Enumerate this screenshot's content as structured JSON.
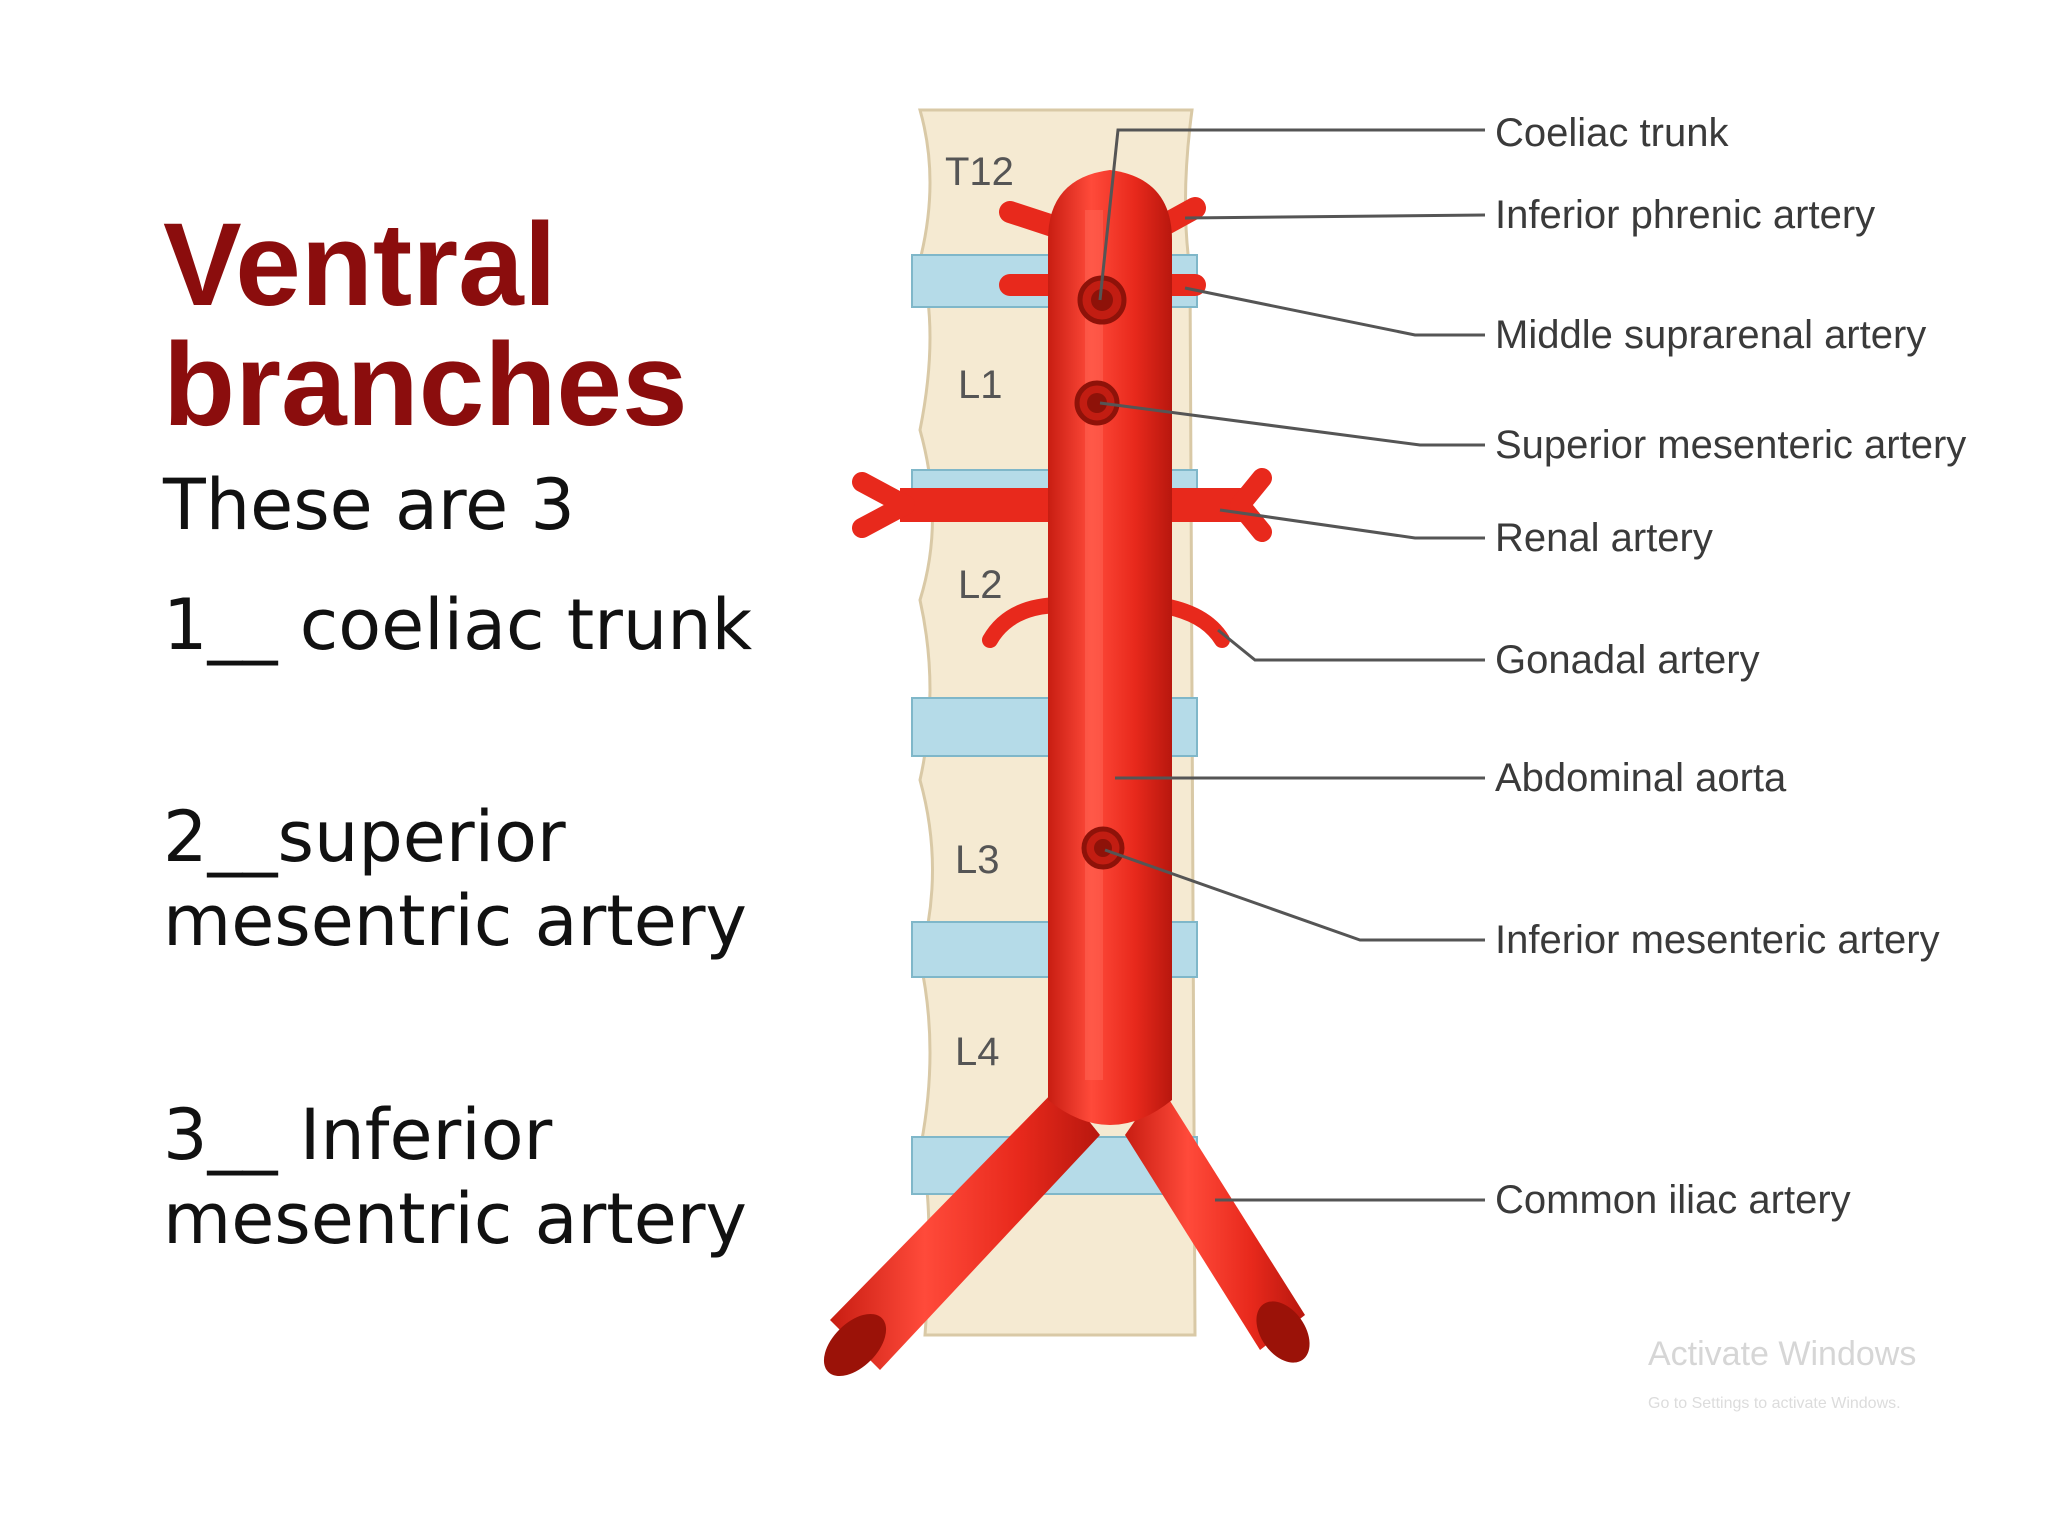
{
  "heading": {
    "line1": "Ventral",
    "line2": "branches",
    "color": "#8b0d0d"
  },
  "intro": "These are 3",
  "branches": [
    {
      "line1": "1__ coeliac trunk",
      "line2": ""
    },
    {
      "line1": "2__superior",
      "line2": "mesentric artery"
    },
    {
      "line1": "3__ Inferior",
      "line2": "mesentric artery"
    }
  ],
  "diagram": {
    "vertebrae": [
      "T12",
      "L1",
      "L2",
      "L3",
      "L4"
    ],
    "labels": [
      "Coeliac trunk",
      "Inferior phrenic artery",
      "Middle suprarenal artery",
      "Superior mesenteric artery",
      "Renal artery",
      "Gonadal artery",
      "Abdominal aorta",
      "Inferior mesenteric artery",
      "Common iliac artery"
    ],
    "colors": {
      "artery": "#e8291c",
      "artery_dark": "#b31a12",
      "bone": "#f5ead2",
      "disc": "#b5dbe8",
      "leader": "#555555"
    }
  },
  "watermark": {
    "line1": "Activate Windows",
    "line2": "Go to Settings to activate Windows."
  }
}
